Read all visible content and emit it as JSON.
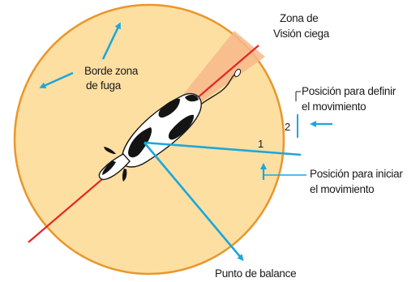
{
  "labels": {
    "blind_zone_line1": "Zona de",
    "blind_zone_line2": "Visión ciega",
    "flight_edge_line1": "Borde zona",
    "flight_edge_line2": "de fuga",
    "define_pos_line1": "Posición para definir",
    "define_pos_line2": "el movimiento",
    "start_pos_line1": "Posición para iniciar",
    "start_pos_line2": "el movimiento",
    "balance_point": "Punto de balance",
    "position_1": "1",
    "position_2": "2"
  },
  "colors": {
    "zone_fill": "#fcdfa1",
    "zone_stroke": "#e9962c",
    "blind_zone": "#f7b98a",
    "balance_line": "#e32727",
    "arrow": "#1ba7dc",
    "cow_black": "#141414",
    "cow_white": "#ffffff"
  }
}
